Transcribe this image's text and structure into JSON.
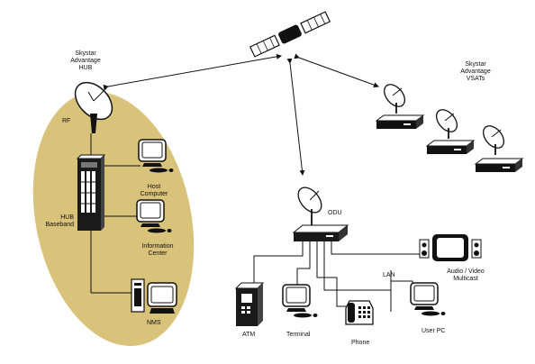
{
  "labels": {
    "hub_title_1": "Skystar",
    "hub_title_2": "Advantage",
    "hub_title_3": "HUB",
    "rf": "RF",
    "hub_baseband_1": "HUB",
    "hub_baseband_2": "Baseband",
    "host_computer_1": "Host",
    "host_computer_2": "Computer",
    "info_center_1": "Information",
    "info_center_2": "Center",
    "nms": "NMS",
    "vsat_1": "Skystar",
    "vsat_2": "Advantage",
    "vsat_3": "VSATs",
    "odu": "ODU",
    "lan": "LAN",
    "av_1": "Audio / Video",
    "av_2": "Multicast",
    "atm": "ATM",
    "terminal": "Terminal",
    "phone": "Phone",
    "user_pc": "User PC"
  },
  "colors": {
    "hub_area": "#d9c27a",
    "line": "#111111",
    "device": "#1a1a1a"
  },
  "icons": [
    "satellite-icon",
    "dish-icon",
    "monitor-icon",
    "rack-icon",
    "modem-icon",
    "atm-icon",
    "phone-icon",
    "tv-icon",
    "speaker-icon"
  ]
}
